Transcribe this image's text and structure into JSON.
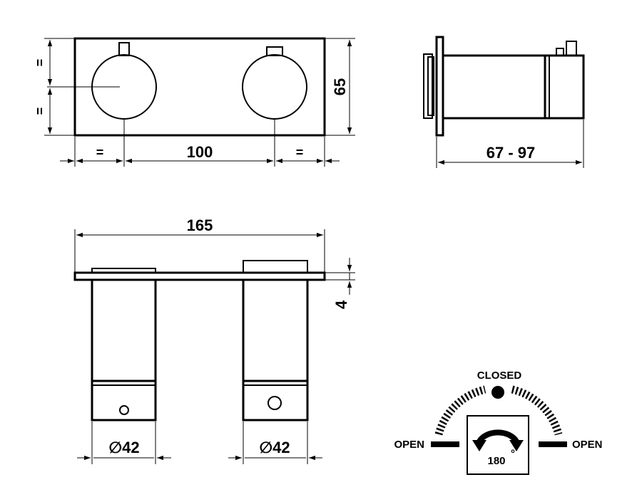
{
  "dimensions": {
    "front_height": "65",
    "front_spacing": "100",
    "front_equal_left": "=",
    "front_equal_right": "=",
    "front_equal_top": "=",
    "front_equal_bottom": "=",
    "side_depth": "67 - 97",
    "top_width": "165",
    "top_plate": "4",
    "diameter_left": "∅42",
    "diameter_right": "∅42"
  },
  "rotation": {
    "closed_label": "CLOSED",
    "open_left_label": "OPEN",
    "open_right_label": "OPEN",
    "angle_label": "180",
    "degree_symbol": "°"
  },
  "colors": {
    "line": "#000000",
    "background": "#ffffff"
  }
}
